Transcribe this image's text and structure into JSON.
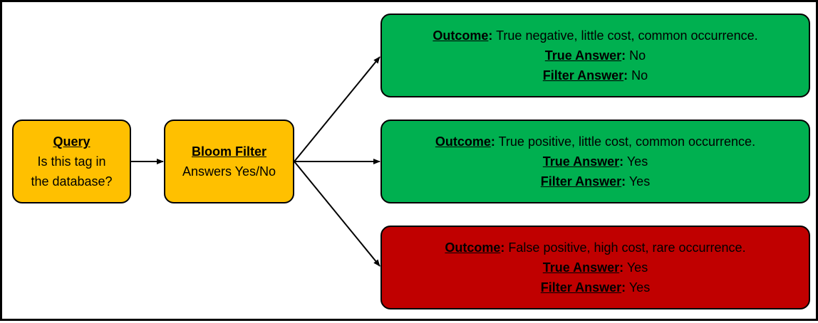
{
  "query": {
    "title": "Query",
    "line1": "Is this tag in",
    "line2": "the database?"
  },
  "bloom": {
    "title": "Bloom Filter",
    "line1": "Answers Yes/No"
  },
  "outcomes": [
    {
      "outcome_label": "Outcome",
      "outcome_text": " True negative, little cost, common occurrence.",
      "true_label": "True Answer",
      "true_value": " No",
      "filter_label": "Filter Answer",
      "filter_value": " No",
      "color": "#00b050"
    },
    {
      "outcome_label": "Outcome",
      "outcome_text": " True positive, little cost, common occurrence.",
      "true_label": "True Answer",
      "true_value": " Yes",
      "filter_label": "Filter Answer",
      "filter_value": " Yes",
      "color": "#00b050"
    },
    {
      "outcome_label": "Outcome",
      "outcome_text": " False positive, high cost, rare occurrence.",
      "true_label": "True Answer",
      "true_value": " Yes",
      "filter_label": "Filter Answer",
      "filter_value": " Yes",
      "color": "#c00000"
    }
  ],
  "colors": {
    "process_box": "#ffc000",
    "good_outcome": "#00b050",
    "bad_outcome": "#c00000"
  }
}
